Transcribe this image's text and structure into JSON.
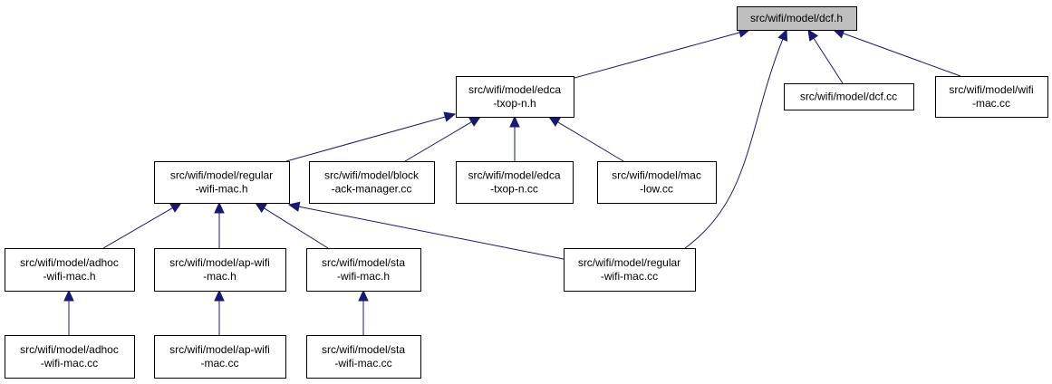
{
  "diagram": {
    "colors": {
      "edge": "#191970",
      "root_fill": "#bfbfbf",
      "node_fill": "#ffffff",
      "node_stroke": "#000000"
    },
    "nodes": [
      {
        "id": "dcf_h",
        "lines": [
          "src/wifi/model/dcf.h"
        ],
        "root": true
      },
      {
        "id": "edca_h",
        "lines": [
          "src/wifi/model/edca",
          "-txop-n.h"
        ]
      },
      {
        "id": "dcf_cc",
        "lines": [
          "src/wifi/model/dcf.cc"
        ]
      },
      {
        "id": "wifimac_cc",
        "lines": [
          "src/wifi/model/wifi",
          "-mac.cc"
        ]
      },
      {
        "id": "regular_h",
        "lines": [
          "src/wifi/model/regular",
          "-wifi-mac.h"
        ]
      },
      {
        "id": "block_cc",
        "lines": [
          "src/wifi/model/block",
          "-ack-manager.cc"
        ]
      },
      {
        "id": "edca_cc",
        "lines": [
          "src/wifi/model/edca",
          "-txop-n.cc"
        ]
      },
      {
        "id": "maclow_cc",
        "lines": [
          "src/wifi/model/mac",
          "-low.cc"
        ]
      },
      {
        "id": "adhoc_h",
        "lines": [
          "src/wifi/model/adhoc",
          "-wifi-mac.h"
        ]
      },
      {
        "id": "ap_h",
        "lines": [
          "src/wifi/model/ap-wifi",
          "-mac.h"
        ]
      },
      {
        "id": "sta_h",
        "lines": [
          "src/wifi/model/sta",
          "-wifi-mac.h"
        ]
      },
      {
        "id": "regular_cc",
        "lines": [
          "src/wifi/model/regular",
          "-wifi-mac.cc"
        ]
      },
      {
        "id": "adhoc_cc",
        "lines": [
          "src/wifi/model/adhoc",
          "-wifi-mac.cc"
        ]
      },
      {
        "id": "ap_cc",
        "lines": [
          "src/wifi/model/ap-wifi",
          "-mac.cc"
        ]
      },
      {
        "id": "sta_cc",
        "lines": [
          "src/wifi/model/sta",
          "-wifi-mac.cc"
        ]
      }
    ],
    "edges": [
      {
        "from": "edca_h",
        "to": "dcf_h"
      },
      {
        "from": "regular_cc",
        "to": "dcf_h"
      },
      {
        "from": "dcf_cc",
        "to": "dcf_h"
      },
      {
        "from": "wifimac_cc",
        "to": "dcf_h"
      },
      {
        "from": "regular_h",
        "to": "edca_h"
      },
      {
        "from": "block_cc",
        "to": "edca_h"
      },
      {
        "from": "edca_cc",
        "to": "edca_h"
      },
      {
        "from": "maclow_cc",
        "to": "edca_h"
      },
      {
        "from": "adhoc_h",
        "to": "regular_h"
      },
      {
        "from": "ap_h",
        "to": "regular_h"
      },
      {
        "from": "sta_h",
        "to": "regular_h"
      },
      {
        "from": "regular_cc",
        "to": "regular_h"
      },
      {
        "from": "adhoc_cc",
        "to": "adhoc_h"
      },
      {
        "from": "ap_cc",
        "to": "ap_h"
      },
      {
        "from": "sta_cc",
        "to": "sta_h"
      }
    ]
  }
}
